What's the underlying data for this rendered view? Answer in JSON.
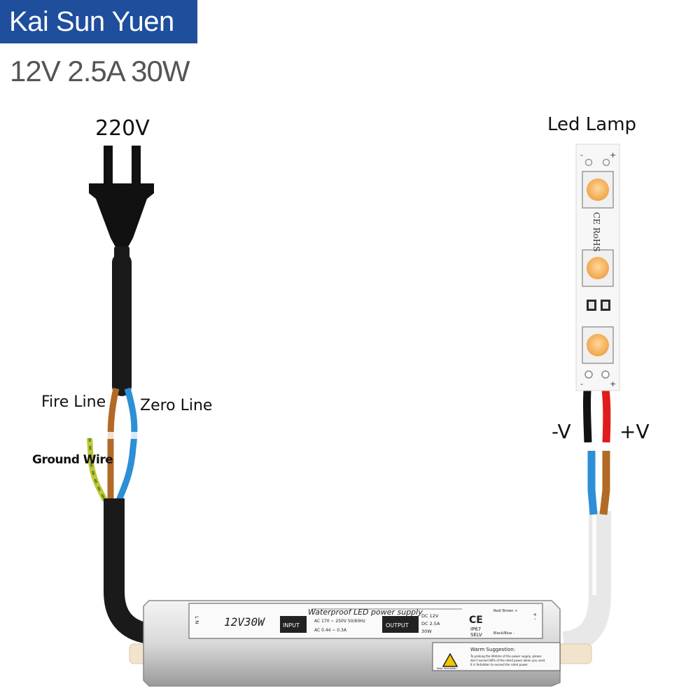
{
  "brand": {
    "name": "Kai Sun Yuen"
  },
  "spec": {
    "rating": "12V 2.5A 30W"
  },
  "labels": {
    "mains": "220V",
    "lamp": "Led Lamp",
    "fire": "Fire Line",
    "zero": "Zero Line",
    "ground": "Ground Wire",
    "neg": "-V",
    "pos": "+V"
  },
  "strip": {
    "mark": "CE RoHS",
    "minus": "-",
    "plus": "+"
  },
  "supply": {
    "model": "12V30W",
    "title": "Waterproof LED power supply",
    "input_tag": "INPUT",
    "input_1": "AC 170 ~ 250V 50/60Hz",
    "input_2": "AC 0.44 ~ 0.3A",
    "output_tag": "OUTPUT",
    "output_1": "DC 12V",
    "output_2": "DC 2.5A",
    "output_3": "30W",
    "ce": "CE",
    "ip": "IP67",
    "selv": "SELV",
    "warn_title": "Warm Suggestion:",
    "warn_1": "To prolong the lifetime of the power supply, please",
    "warn_2": "don't exceed 80% of the rated power when you used.",
    "warn_3": "It is forbidden to exceed the rated power.",
    "warn_keep": "Keep Ventilation",
    "side_left": "L N",
    "side_right": "+ -",
    "red_brown": "Red/ Brown +",
    "black_blue": "Black/Blue -"
  },
  "colors": {
    "brand_bg": "#1f4e9c",
    "cable_black": "#1a1a1a",
    "wire_brown": "#b26a26",
    "wire_blue": "#2d8fd6",
    "wire_ground": "#c8c234",
    "wire_red": "#e01c1c",
    "cable_white": "#eeeeee",
    "led": "#f4b45a"
  }
}
